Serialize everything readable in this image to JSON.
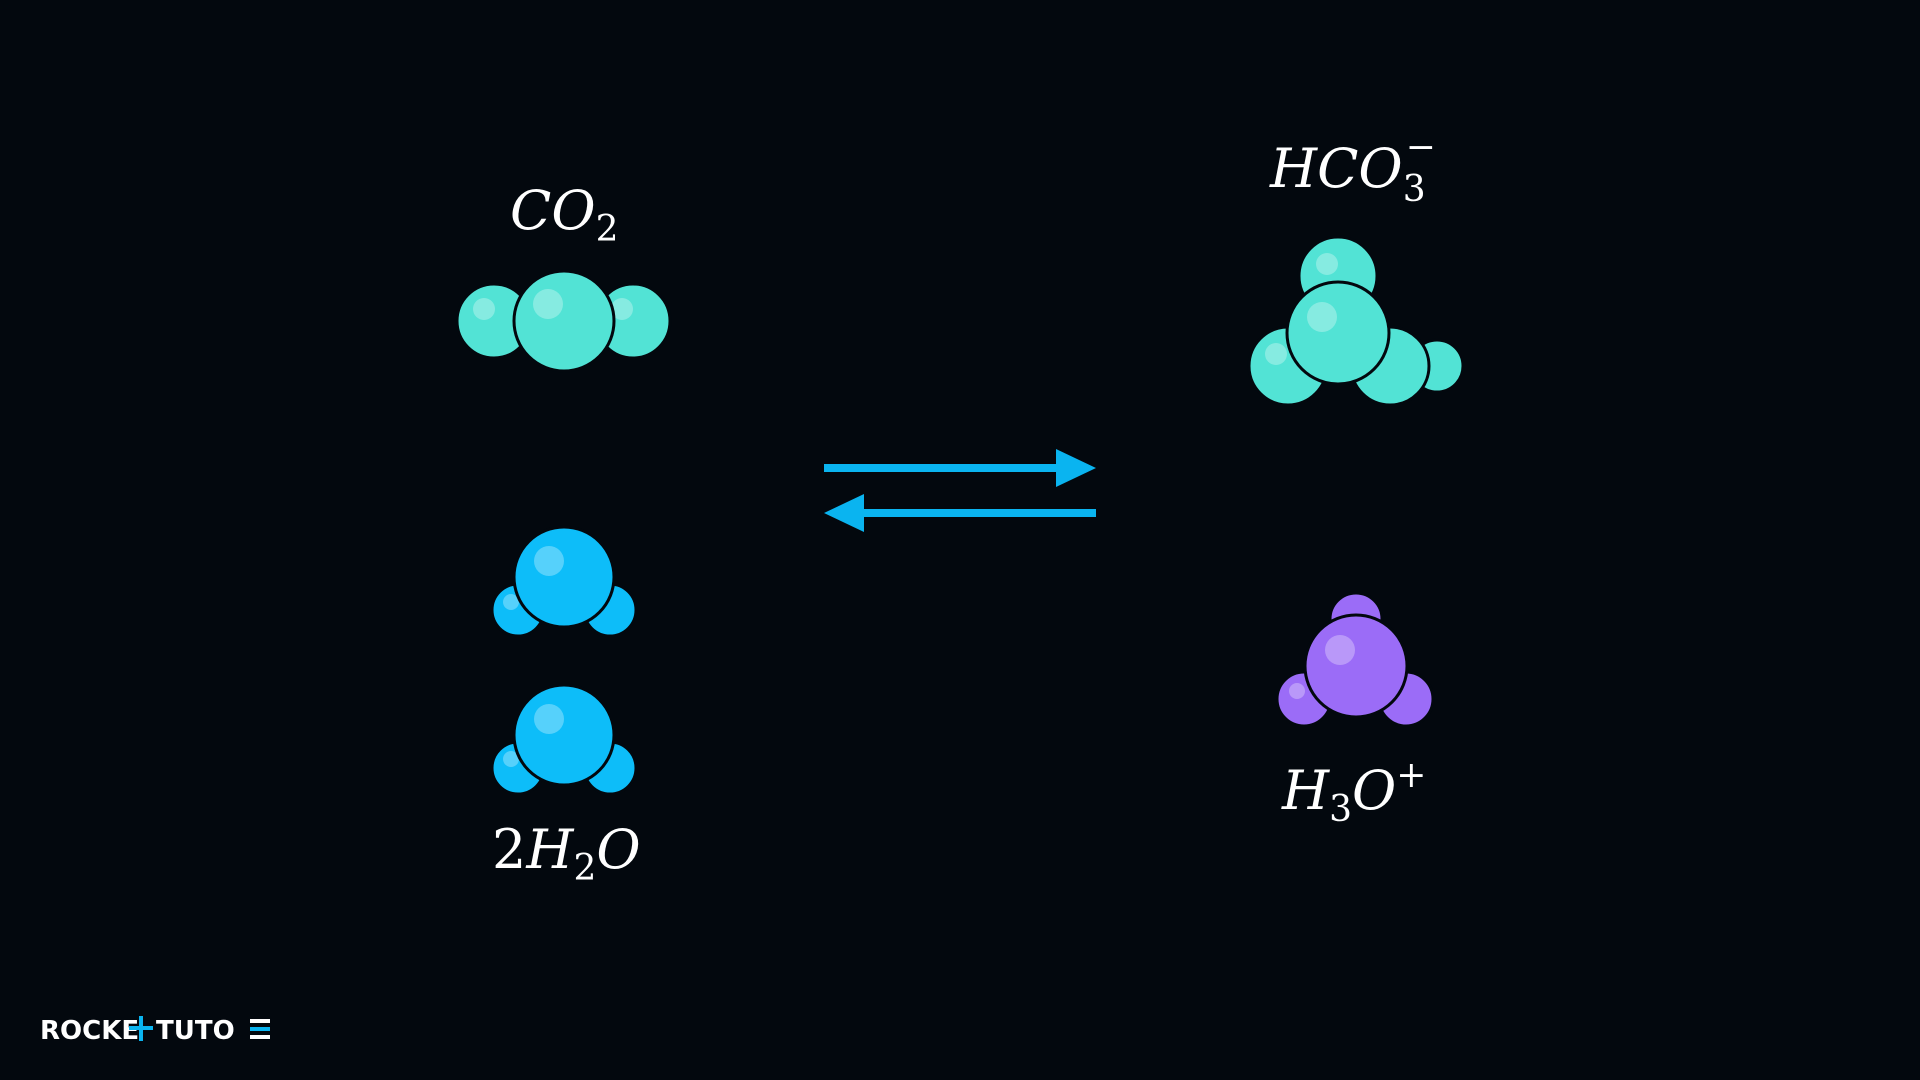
{
  "reactants": {
    "co2": {
      "label_main": "CO",
      "label_sub": "2",
      "atom_color": "#52e3d5"
    },
    "water": {
      "label_coef": "2",
      "label_h": "H",
      "label_sub": "2",
      "label_o": "O",
      "atom_color": "#0dbdf9"
    }
  },
  "products": {
    "bicarbonate": {
      "label_main": "HCO",
      "label_sub": "3",
      "label_sup": "−",
      "atom_color": "#52e3d5"
    },
    "hydronium": {
      "label_h": "H",
      "label_sub": "3",
      "label_o": "O",
      "label_sup": "+",
      "atom_color": "#9b6cf7"
    }
  },
  "equilibrium_arrow": {
    "color": "#0ab4f0"
  },
  "logo": {
    "part1": "ROCKE",
    "part2": "TUTO",
    "accent_color": "#0ab4f0"
  }
}
